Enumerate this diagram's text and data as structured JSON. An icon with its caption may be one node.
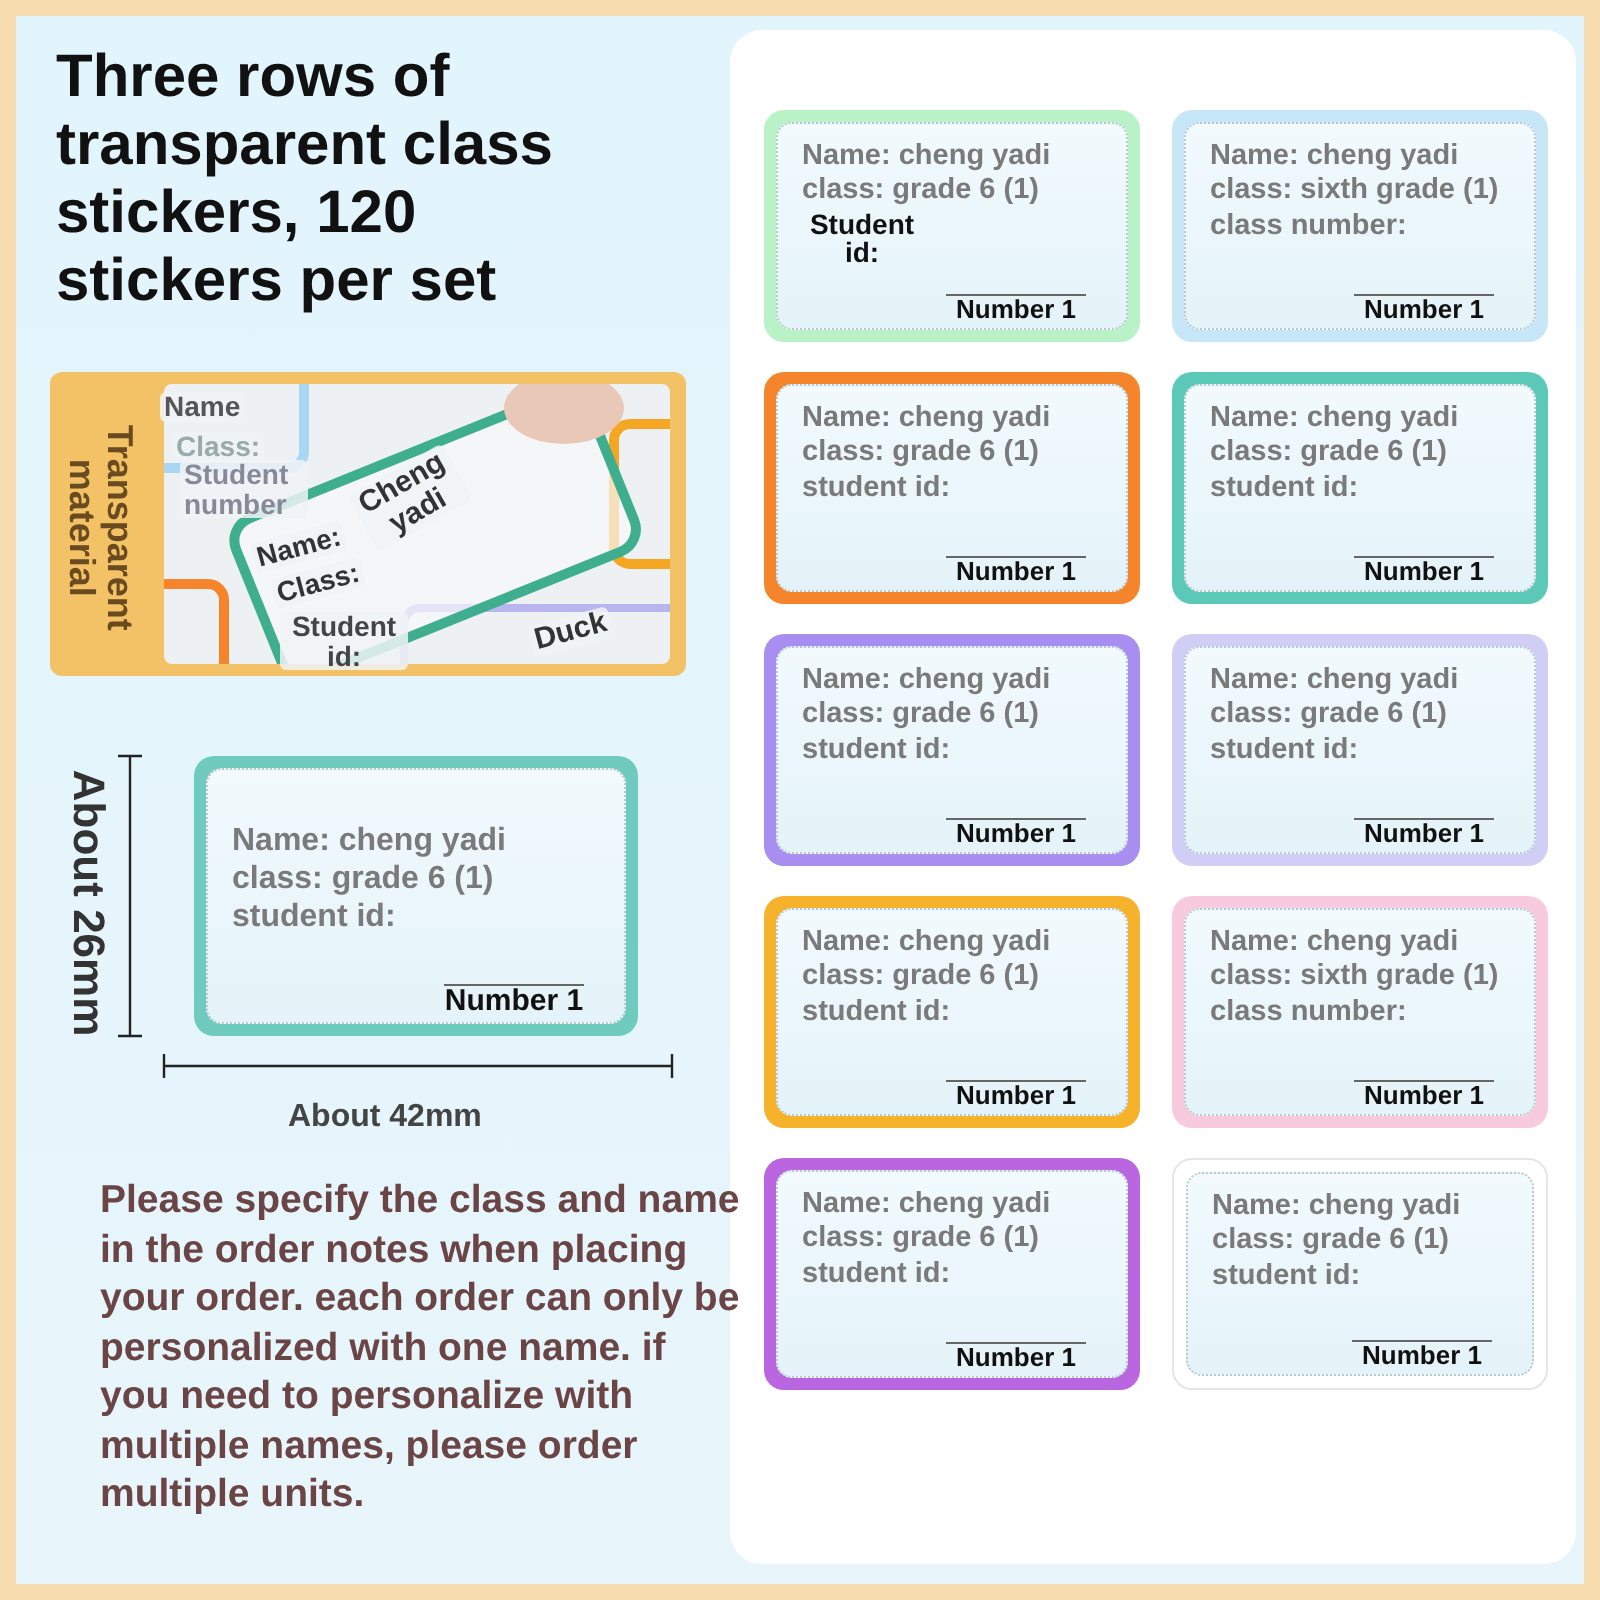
{
  "diagram": {
    "title": "Three rows of transparent class stickers, 120 stickers per set",
    "nodes": [
      {
        "text": [
          "Name: cheng yadi class: grade 6 (1) student id:",
          "Number 1"
        ]
      },
      {
        "text": [
          "Name: cheng yadi class: grade 6 (1)",
          "Student id:",
          "Number 1"
        ]
      },
      {
        "text": [
          "Name: cheng yadi class: sixth grade (1) class number:",
          "Number 1"
        ]
      },
      {
        "text": [
          "Name: cheng yadi class: grade 6 (1) student id:",
          "Number 1"
        ]
      },
      {
        "text": [
          "Name: cheng yadi class: grade 6 (1) student id:",
          "Number 1"
        ]
      },
      {
        "text": [
          "Name: cheng yadi class: grade 6 (1) student id:",
          "Number 1"
        ]
      },
      {
        "text": [
          "Name: cheng yadi class: grade 6 (1) student id:",
          "Number 1"
        ]
      },
      {
        "text": [
          "Name: cheng yadi class: grade 6 (1) student id:",
          "Number 1"
        ]
      },
      {
        "text": [
          "Name: cheng yadi class: sixth grade (1) class number:",
          "Number 1"
        ]
      },
      {
        "text": [
          "Name: cheng yadi class: grade 6 (1) student id:",
          "Number 1"
        ]
      },
      {
        "text": [
          "Name: cheng yadi class: grade 6 (1) student id:",
          "Number 1"
        ]
      }
    ],
    "labels": [
      "Transparent material",
      "Name",
      "Class:",
      "Student number",
      "Cheng yadi",
      "Name:",
      "Class:",
      "Student id:",
      "Duck",
      "About 26mm",
      "About 42mm",
      "Please specify the class and name in the order notes when placing your order. each order can only be personalized with one name. if you need to personalize with multiple names, please order multiple units."
    ]
  }
}
